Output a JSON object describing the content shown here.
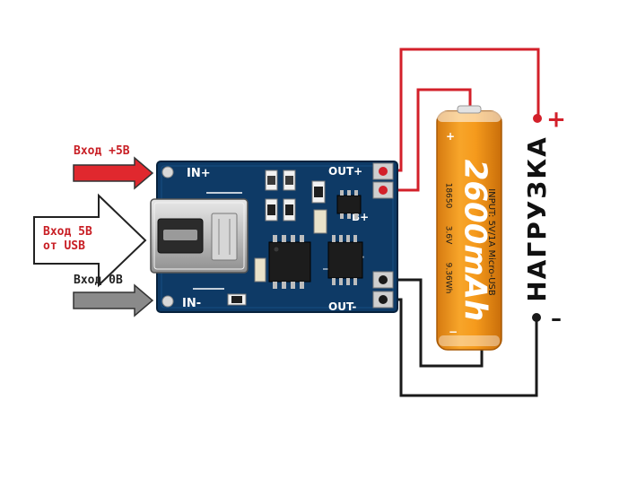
{
  "labels": {
    "input_plus": "Вход +5В",
    "input_usb_line1": "Вход 5В",
    "input_usb_line2": "от USB",
    "input_zero": "Вход 0В",
    "load": "НАГРУЗКА",
    "plus_sign": "+",
    "minus_sign": "–"
  },
  "board": {
    "in_plus": "IN+",
    "in_minus": "IN-",
    "out_plus": "OUT+",
    "b_plus": "B+",
    "b_minus": "B-",
    "out_minus": "OUT-"
  },
  "battery": {
    "capacity": "2600mAh",
    "model": "18650",
    "voltage": "3.6V",
    "energy": "9.36Wh",
    "input_spec": "INPUT: 5V/1A Micro-USB"
  },
  "colors": {
    "positive_wire": "#d3202a",
    "negative_wire": "#1a1a1a",
    "arrow_red": "#e0282e",
    "arrow_gray": "#8a8a8a",
    "board": "#0e3a66",
    "battery": "#f59a1c"
  }
}
